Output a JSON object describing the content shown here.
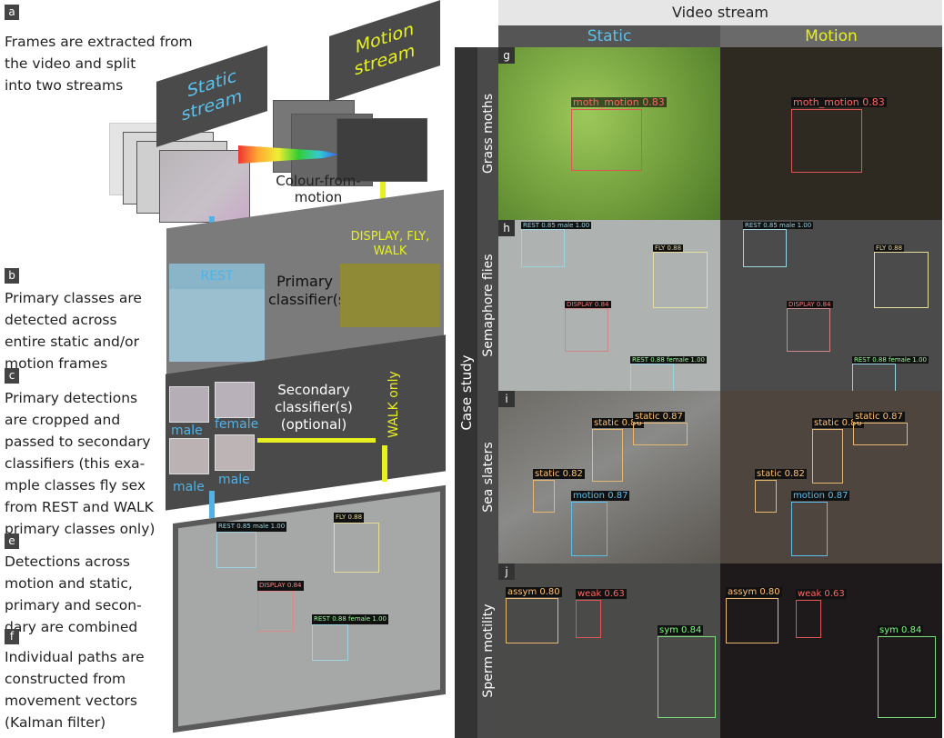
{
  "left": {
    "steps": [
      {
        "label": "a",
        "lines": [
          "Frames are extracted from",
          "the video and split",
          "into two streams"
        ]
      },
      {
        "label": "b",
        "lines": [
          "Primary classes are",
          "detected across",
          "entire static and/or",
          "motion frames"
        ]
      },
      {
        "label": "c",
        "lines": [
          "Primary detections",
          "are cropped and",
          "passed to secondary",
          "classifiers (this exa-",
          "mple classes fly sex",
          "from REST and WALK",
          "primary classes only)"
        ]
      },
      {
        "label": "e",
        "lines": [
          "Detections across",
          "motion and static,",
          "primary and secon-",
          "dary are combined"
        ]
      },
      {
        "label": "f",
        "lines": [
          "Individual paths are",
          "constructed from",
          "movement vectors",
          "(Kalman filter)"
        ]
      }
    ],
    "diagram": {
      "static_stream": "Static stream",
      "motion_stream": "Motion stream",
      "colour_from_motion": "Colour-from-motion",
      "rest": "REST",
      "display_fly_walk": "DISPLAY, FLY, WALK",
      "primary": "Primary classifier(s)",
      "secondary": "Secondary classifier(s) (optional)",
      "walk_only": "WALK only",
      "crops": [
        "male",
        "female",
        "male",
        "male"
      ],
      "combined_tags": [
        "REST 0.85 male 1.00",
        "FLY 0.88",
        "DISPLAY 0.84",
        "REST 0.88 female 1.00"
      ]
    }
  },
  "right": {
    "header": "Video stream",
    "columns": [
      "Static",
      "Motion"
    ],
    "side_label": "Case study",
    "rows": [
      {
        "letter": "g",
        "name": "Grass moths",
        "tags": [
          "moth_motion 0.83"
        ]
      },
      {
        "letter": "h",
        "name": "Semaphore flies",
        "tags": [
          "REST 0.85 male 1.00",
          "FLY 0.88",
          "DISPLAY 0.84",
          "REST 0.88 female 1.00"
        ]
      },
      {
        "letter": "i",
        "name": "Sea slaters",
        "tags": [
          "static 0.86",
          "static 0.87",
          "static 0.82",
          "motion 0.87"
        ]
      },
      {
        "letter": "j",
        "name": "Sperm motility",
        "tags": [
          "assym 0.80",
          "weak 0.63",
          "sym 0.84"
        ]
      }
    ]
  },
  "colors": {
    "static": "#5bc0eb",
    "motion": "#e6f01e"
  }
}
